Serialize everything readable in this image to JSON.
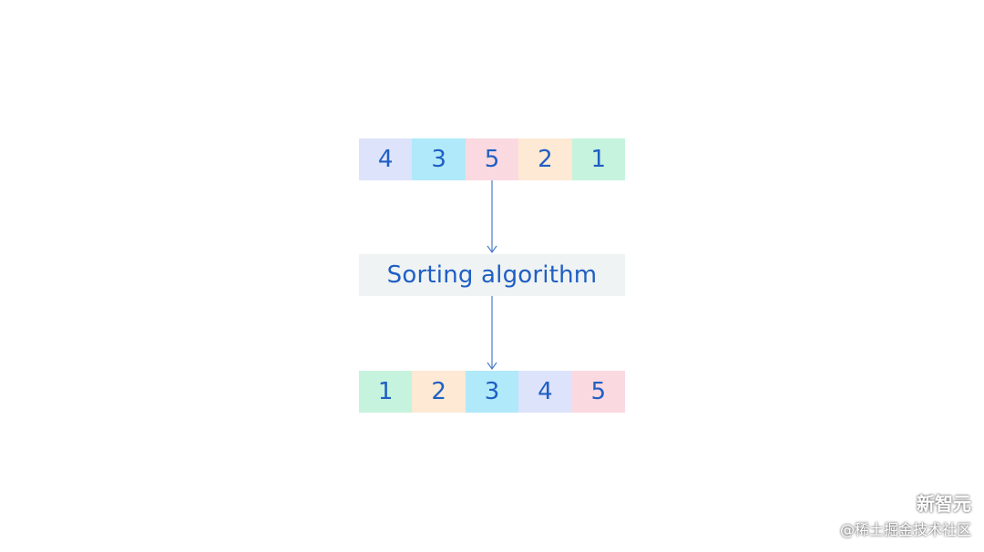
{
  "input_array": {
    "cells": [
      {
        "value": "4",
        "color": "#dde3fa"
      },
      {
        "value": "3",
        "color": "#b0e9f9"
      },
      {
        "value": "5",
        "color": "#fbd9e1"
      },
      {
        "value": "2",
        "color": "#fde9d4"
      },
      {
        "value": "1",
        "color": "#c6f3dd"
      }
    ]
  },
  "process": {
    "label": "Sorting algorithm",
    "background": "#eff3f3"
  },
  "output_array": {
    "cells": [
      {
        "value": "1",
        "color": "#c6f3dd"
      },
      {
        "value": "2",
        "color": "#fde9d4"
      },
      {
        "value": "3",
        "color": "#b0e9f9"
      },
      {
        "value": "4",
        "color": "#dde3fa"
      },
      {
        "value": "5",
        "color": "#fbd9e1"
      }
    ]
  },
  "colors": {
    "text": "#1f5fc4",
    "arrow": "#4a7bc9"
  },
  "watermark": {
    "brand": "新智元",
    "community": "@稀土掘金技术社区",
    "icon": "wechat-logo-icon"
  }
}
